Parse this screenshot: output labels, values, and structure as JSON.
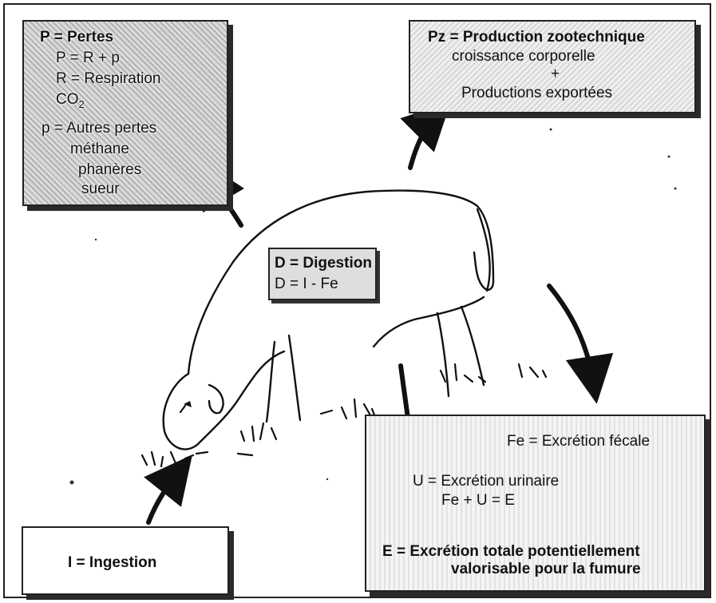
{
  "pertes": {
    "title": "P = Pertes",
    "formula": "P = R + p",
    "respiration": "R = Respiration",
    "co2_main": "CO",
    "co2_sub": "2",
    "autres": "p = Autres pertes",
    "methane": "méthane",
    "phaneres": "phanères",
    "sueur": "sueur"
  },
  "production": {
    "title": "Pz = Production zootechnique",
    "line1": "croissance corporelle",
    "plus": "+",
    "line2": "Productions exportées"
  },
  "digestion": {
    "title": "D = Digestion",
    "formula": "D = I - Fe"
  },
  "ingestion": {
    "label": "I = Ingestion"
  },
  "excretion": {
    "fecale": "Fe = Excrétion fécale",
    "urinaire": "U = Excrétion urinaire",
    "somme": "Fe + U = E",
    "totale_line1": "E = Excrétion totale potentiellement",
    "totale_line2": "valorisable pour la fumure"
  }
}
